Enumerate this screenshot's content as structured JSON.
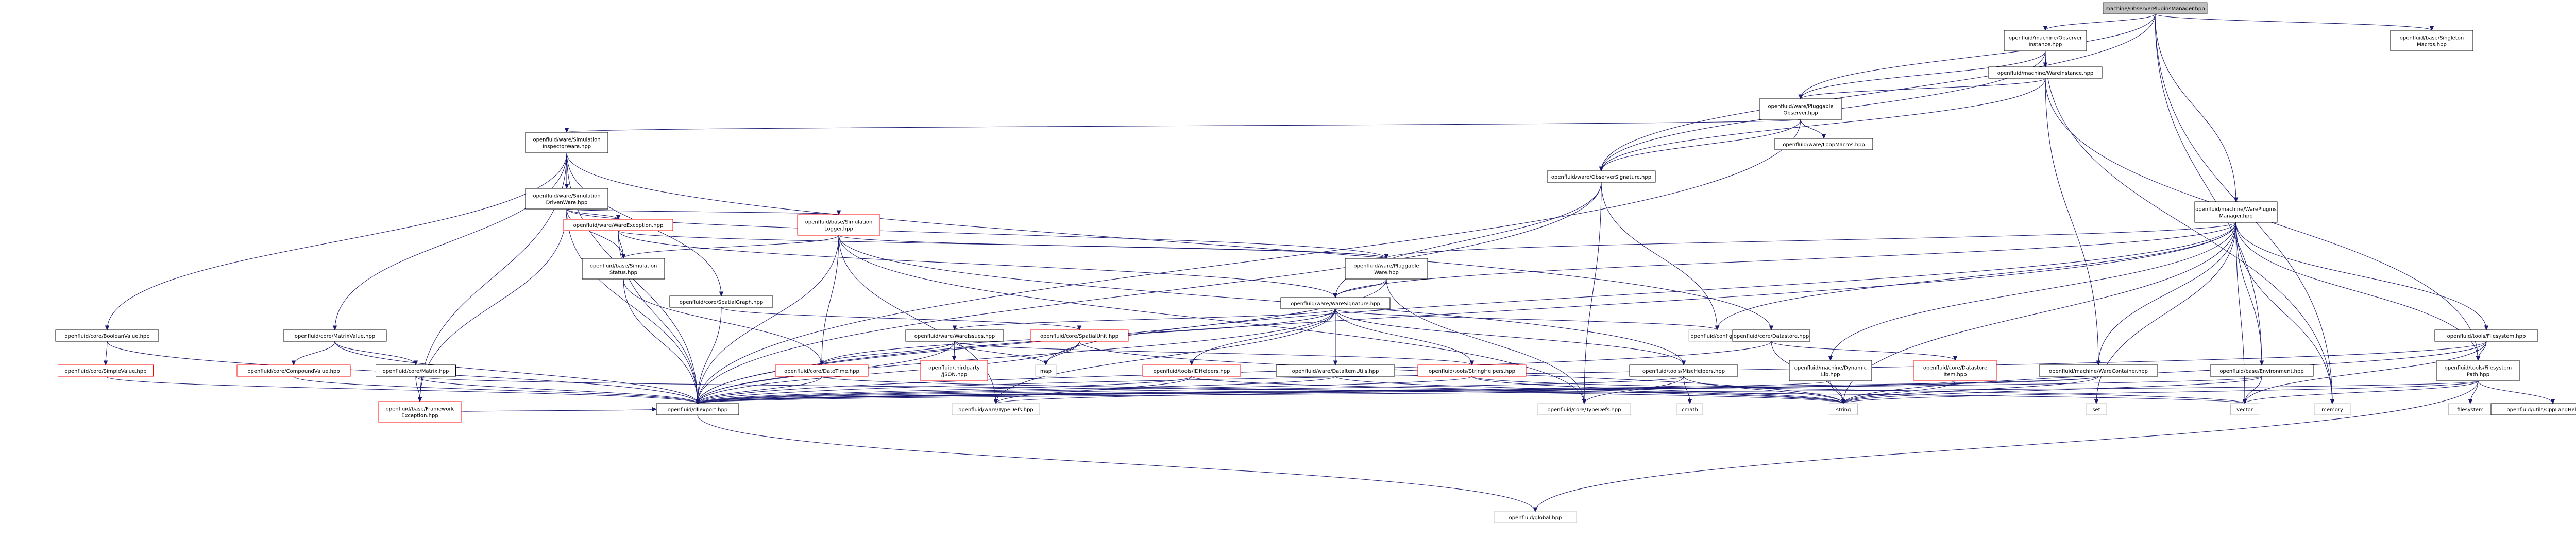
{
  "graph": {
    "title": "machine/ObserverPluginsManager.hpp",
    "colors": {
      "edge": "#191970",
      "root_fill": "#bfbfbf",
      "red_border": "#ff0000",
      "grey_border": "#bfbfbf",
      "black_border": "#000000"
    },
    "nodes": [
      {
        "id": "root",
        "lines": [
          "machine/ObserverPluginsManager.hpp"
        ],
        "style": "root"
      },
      {
        "id": "obsinst",
        "lines": [
          "openfluid/machine/Observer",
          "Instance.hpp"
        ],
        "style": "black"
      },
      {
        "id": "singleton",
        "lines": [
          "openfluid/base/Singleton",
          "Macros.hpp"
        ],
        "style": "black"
      },
      {
        "id": "wareinst",
        "lines": [
          "openfluid/machine/WareInstance.hpp"
        ],
        "style": "black"
      },
      {
        "id": "plugobs",
        "lines": [
          "openfluid/ware/Pluggable",
          "Observer.hpp"
        ],
        "style": "black"
      },
      {
        "id": "loopmacros",
        "lines": [
          "openfluid/ware/LoopMacros.hpp"
        ],
        "style": "black"
      },
      {
        "id": "siminsp",
        "lines": [
          "openfluid/ware/Simulation",
          "InspectorWare.hpp"
        ],
        "style": "black"
      },
      {
        "id": "obssig",
        "lines": [
          "openfluid/ware/ObserverSignature.hpp"
        ],
        "style": "black"
      },
      {
        "id": "simdriven",
        "lines": [
          "openfluid/ware/Simulation",
          "DrivenWare.hpp"
        ],
        "style": "black"
      },
      {
        "id": "wpm",
        "lines": [
          "openfluid/machine/WarePlugins",
          "Manager.hpp"
        ],
        "style": "black"
      },
      {
        "id": "wareexc",
        "lines": [
          "openfluid/ware/WareException.hpp"
        ],
        "style": "red"
      },
      {
        "id": "simlogger",
        "lines": [
          "openfluid/base/Simulation",
          "Logger.hpp"
        ],
        "style": "red"
      },
      {
        "id": "simstatus",
        "lines": [
          "openfluid/base/Simulation",
          "Status.hpp"
        ],
        "style": "black"
      },
      {
        "id": "plugware",
        "lines": [
          "openfluid/ware/Pluggable",
          "Ware.hpp"
        ],
        "style": "black"
      },
      {
        "id": "spatialgraph",
        "lines": [
          "openfluid/core/SpatialGraph.hpp"
        ],
        "style": "black"
      },
      {
        "id": "waresig",
        "lines": [
          "openfluid/ware/WareSignature.hpp"
        ],
        "style": "black"
      },
      {
        "id": "boolval",
        "lines": [
          "openfluid/core/BooleanValue.hpp"
        ],
        "style": "black"
      },
      {
        "id": "matrixval",
        "lines": [
          "openfluid/core/MatrixValue.hpp"
        ],
        "style": "black"
      },
      {
        "id": "wareissues",
        "lines": [
          "openfluid/ware/WareIssues.hpp"
        ],
        "style": "black"
      },
      {
        "id": "spatialunit",
        "lines": [
          "openfluid/core/SpatialUnit.hpp"
        ],
        "style": "red"
      },
      {
        "id": "config",
        "lines": [
          "openfluid/config.hpp"
        ],
        "style": "grey"
      },
      {
        "id": "datastore",
        "lines": [
          "openfluid/core/Datastore.hpp"
        ],
        "style": "black"
      },
      {
        "id": "filesystem",
        "lines": [
          "openfluid/tools/Filesystem.hpp"
        ],
        "style": "black"
      },
      {
        "id": "simpleval",
        "lines": [
          "openfluid/core/SimpleValue.hpp"
        ],
        "style": "red"
      },
      {
        "id": "compval",
        "lines": [
          "openfluid/core/CompoundValue.hpp"
        ],
        "style": "red"
      },
      {
        "id": "matrix",
        "lines": [
          "openfluid/core/Matrix.hpp"
        ],
        "style": "black"
      },
      {
        "id": "datetime",
        "lines": [
          "openfluid/core/DateTime.hpp"
        ],
        "style": "red"
      },
      {
        "id": "json",
        "lines": [
          "openfluid/thirdparty",
          "/JSON.hpp"
        ],
        "style": "red"
      },
      {
        "id": "map",
        "lines": [
          "map"
        ],
        "style": "grey"
      },
      {
        "id": "idhelpers",
        "lines": [
          "openfluid/tools/IDHelpers.hpp"
        ],
        "style": "red"
      },
      {
        "id": "dataitem",
        "lines": [
          "openfluid/ware/DataItemUtils.hpp"
        ],
        "style": "black"
      },
      {
        "id": "strhelpers",
        "lines": [
          "openfluid/tools/StringHelpers.hpp"
        ],
        "style": "red"
      },
      {
        "id": "mischelpers",
        "lines": [
          "openfluid/tools/MiscHelpers.hpp"
        ],
        "style": "black"
      },
      {
        "id": "dynlib",
        "lines": [
          "openfluid/machine/Dynamic",
          "Lib.hpp"
        ],
        "style": "black"
      },
      {
        "id": "dsitem",
        "lines": [
          "openfluid/core/Datastore",
          "Item.hpp"
        ],
        "style": "red"
      },
      {
        "id": "warecont",
        "lines": [
          "openfluid/machine/WareContainer.hpp"
        ],
        "style": "black"
      },
      {
        "id": "environment",
        "lines": [
          "openfluid/base/Environment.hpp"
        ],
        "style": "black"
      },
      {
        "id": "fspath",
        "lines": [
          "openfluid/tools/Filesystem",
          "Path.hpp"
        ],
        "style": "black"
      },
      {
        "id": "fwexc",
        "lines": [
          "openfluid/base/Framework",
          "Exception.hpp"
        ],
        "style": "red"
      },
      {
        "id": "dllexport",
        "lines": [
          "openfluid/dllexport.hpp"
        ],
        "style": "black"
      },
      {
        "id": "waretypedefs",
        "lines": [
          "openfluid/ware/TypeDefs.hpp"
        ],
        "style": "grey"
      },
      {
        "id": "coretypedefs",
        "lines": [
          "openfluid/core/TypeDefs.hpp"
        ],
        "style": "grey"
      },
      {
        "id": "cmath",
        "lines": [
          "cmath"
        ],
        "style": "grey"
      },
      {
        "id": "string",
        "lines": [
          "string"
        ],
        "style": "grey"
      },
      {
        "id": "set",
        "lines": [
          "set"
        ],
        "style": "grey"
      },
      {
        "id": "vector",
        "lines": [
          "vector"
        ],
        "style": "grey"
      },
      {
        "id": "memory",
        "lines": [
          "memory"
        ],
        "style": "grey"
      },
      {
        "id": "stdfs",
        "lines": [
          "filesystem"
        ],
        "style": "grey"
      },
      {
        "id": "cpplang",
        "lines": [
          "openfluid/utils/CppLangHelpers.hpp"
        ],
        "style": "black"
      },
      {
        "id": "global",
        "lines": [
          "openfluid/global.hpp"
        ],
        "style": "grey"
      }
    ],
    "edges": [
      [
        "root",
        "obsinst"
      ],
      [
        "root",
        "singleton"
      ],
      [
        "root",
        "plugobs"
      ],
      [
        "root",
        "obssig"
      ],
      [
        "root",
        "wpm"
      ],
      [
        "root",
        "environment"
      ],
      [
        "root",
        "memory"
      ],
      [
        "obsinst",
        "wareinst"
      ],
      [
        "obsinst",
        "plugobs"
      ],
      [
        "obsinst",
        "obssig"
      ],
      [
        "obsinst",
        "memory"
      ],
      [
        "wareinst",
        "plugobs"
      ],
      [
        "wareinst",
        "obssig"
      ],
      [
        "wareinst",
        "warecont"
      ],
      [
        "wareinst",
        "fspath"
      ],
      [
        "plugobs",
        "siminsp"
      ],
      [
        "plugobs",
        "loopmacros"
      ],
      [
        "plugobs",
        "obssig"
      ],
      [
        "plugobs",
        "dllexport"
      ],
      [
        "siminsp",
        "simdriven"
      ],
      [
        "siminsp",
        "boolval"
      ],
      [
        "siminsp",
        "matrixval"
      ],
      [
        "siminsp",
        "spatialgraph"
      ],
      [
        "siminsp",
        "datastore"
      ],
      [
        "siminsp",
        "dllexport"
      ],
      [
        "siminsp",
        "fwexc"
      ],
      [
        "obssig",
        "waresig"
      ],
      [
        "obssig",
        "config"
      ],
      [
        "obssig",
        "dllexport"
      ],
      [
        "obssig",
        "coretypedefs"
      ],
      [
        "simdriven",
        "wareexc"
      ],
      [
        "simdriven",
        "simlogger"
      ],
      [
        "simdriven",
        "simstatus"
      ],
      [
        "simdriven",
        "plugware"
      ],
      [
        "simdriven",
        "dllexport"
      ],
      [
        "simdriven",
        "fwexc"
      ],
      [
        "wareexc",
        "simstatus"
      ],
      [
        "wareexc",
        "waresig"
      ],
      [
        "wareexc",
        "dllexport"
      ],
      [
        "wareexc",
        "plugware"
      ],
      [
        "simlogger",
        "simstatus"
      ],
      [
        "simlogger",
        "datetime"
      ],
      [
        "simlogger",
        "plugware"
      ],
      [
        "simlogger",
        "dllexport"
      ],
      [
        "simlogger",
        "mischelpers"
      ],
      [
        "simlogger",
        "coretypedefs"
      ],
      [
        "simlogger",
        "waretypedefs"
      ],
      [
        "simstatus",
        "datetime"
      ],
      [
        "simstatus",
        "dllexport"
      ],
      [
        "plugware",
        "waresig"
      ],
      [
        "plugware",
        "dllexport"
      ],
      [
        "plugware",
        "coretypedefs"
      ],
      [
        "spatialgraph",
        "spatialunit"
      ],
      [
        "spatialgraph",
        "dllexport"
      ],
      [
        "waresig",
        "wareissues"
      ],
      [
        "waresig",
        "dllexport"
      ],
      [
        "waresig",
        "datetime"
      ],
      [
        "waresig",
        "idhelpers"
      ],
      [
        "waresig",
        "dataitem"
      ],
      [
        "waresig",
        "strhelpers"
      ],
      [
        "waresig",
        "mischelpers"
      ],
      [
        "waresig",
        "config"
      ],
      [
        "waresig",
        "waretypedefs"
      ],
      [
        "wpm",
        "plugware"
      ],
      [
        "wpm",
        "waresig"
      ],
      [
        "wpm",
        "config"
      ],
      [
        "wpm",
        "filesystem"
      ],
      [
        "wpm",
        "dynlib"
      ],
      [
        "wpm",
        "warecont"
      ],
      [
        "wpm",
        "environment"
      ],
      [
        "wpm",
        "fspath"
      ],
      [
        "wpm",
        "dllexport"
      ],
      [
        "wpm",
        "map"
      ],
      [
        "wpm",
        "string"
      ],
      [
        "wpm",
        "set"
      ],
      [
        "wpm",
        "vector"
      ],
      [
        "wpm",
        "memory"
      ],
      [
        "boolval",
        "simpleval"
      ],
      [
        "boolval",
        "dllexport"
      ],
      [
        "matrixval",
        "compval"
      ],
      [
        "matrixval",
        "matrix"
      ],
      [
        "matrixval",
        "dllexport"
      ],
      [
        "wareissues",
        "json"
      ],
      [
        "wareissues",
        "map"
      ],
      [
        "wareissues",
        "datetime"
      ],
      [
        "wareissues",
        "dllexport"
      ],
      [
        "wareissues",
        "strhelpers"
      ],
      [
        "spatialunit",
        "map"
      ],
      [
        "spatialunit",
        "dllexport"
      ],
      [
        "spatialunit",
        "string"
      ],
      [
        "datastore",
        "dsitem"
      ],
      [
        "datastore",
        "dllexport"
      ],
      [
        "datastore",
        "string"
      ],
      [
        "filesystem",
        "fspath"
      ],
      [
        "filesystem",
        "string"
      ],
      [
        "filesystem",
        "vector"
      ],
      [
        "filesystem",
        "dllexport"
      ],
      [
        "simpleval",
        "dllexport"
      ],
      [
        "compval",
        "dllexport"
      ],
      [
        "matrix",
        "fwexc"
      ],
      [
        "matrix",
        "dllexport"
      ],
      [
        "matrix",
        "vector"
      ],
      [
        "datetime",
        "dllexport"
      ],
      [
        "datetime",
        "string"
      ],
      [
        "idhelpers",
        "dllexport"
      ],
      [
        "idhelpers",
        "waretypedefs"
      ],
      [
        "idhelpers",
        "string"
      ],
      [
        "dataitem",
        "dllexport"
      ],
      [
        "dataitem",
        "string"
      ],
      [
        "strhelpers",
        "string"
      ],
      [
        "strhelpers",
        "vector"
      ],
      [
        "strhelpers",
        "dllexport"
      ],
      [
        "mischelpers",
        "string"
      ],
      [
        "mischelpers",
        "dllexport"
      ],
      [
        "mischelpers",
        "coretypedefs"
      ],
      [
        "mischelpers",
        "cmath"
      ],
      [
        "dynlib",
        "string"
      ],
      [
        "dynlib",
        "dllexport"
      ],
      [
        "dsitem",
        "dllexport"
      ],
      [
        "dsitem",
        "string"
      ],
      [
        "warecont",
        "waretypedefs"
      ],
      [
        "warecont",
        "string"
      ],
      [
        "warecont",
        "dllexport"
      ],
      [
        "environment",
        "dllexport"
      ],
      [
        "environment",
        "string"
      ],
      [
        "environment",
        "vector"
      ],
      [
        "fspath",
        "stdfs"
      ],
      [
        "fspath",
        "cpplang"
      ],
      [
        "fspath",
        "string"
      ],
      [
        "fspath",
        "vector"
      ],
      [
        "fspath",
        "dllexport"
      ],
      [
        "fspath",
        "global"
      ],
      [
        "fwexc",
        "dllexport"
      ],
      [
        "dllexport",
        "global"
      ]
    ]
  }
}
